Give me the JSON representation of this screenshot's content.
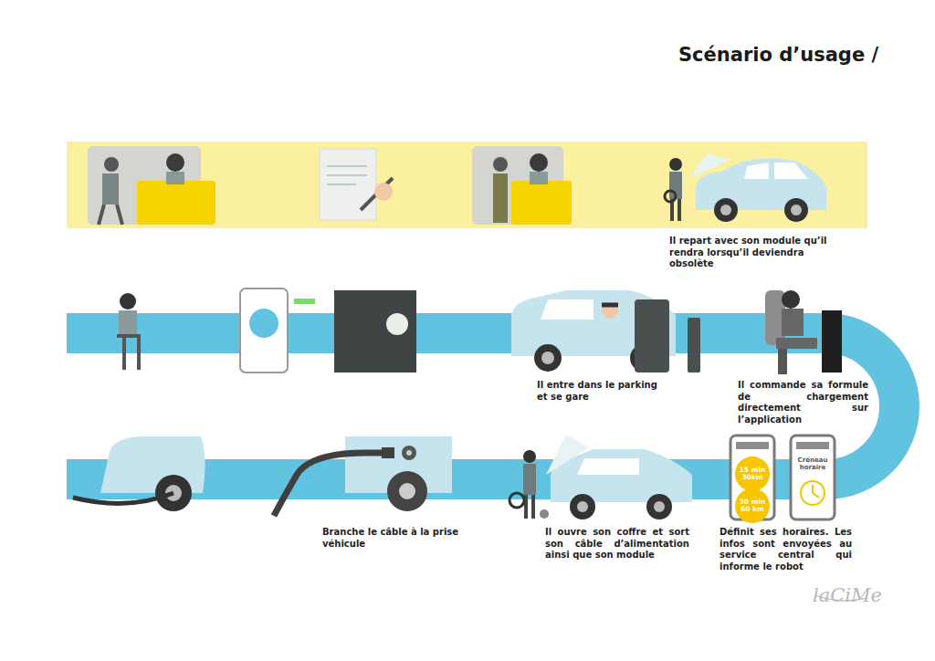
{
  "diagram": {
    "title": "Scénario d’usage /",
    "nodes": [
      {
        "text": [
          "15 min 30km"
        ]
      },
      {
        "text": [
          "30 min 60 km"
        ]
      },
      {
        "text": [
          "Créneau horaire"
        ]
      }
    ],
    "labels": [
      "Il repart avec son module qu’il rendra lorsqu’il deviendra obsolète",
      "Il entre dans le parking et se gare",
      "Il commande sa formule de chargement directement sur l’application",
      "Branche le câble à la prise véhicule",
      "Il ouvre son coffre et sort son câble d’alimentation ainsi que son module",
      "Définit ses horaires. Les infos sont envoyées au service central qui informe le robot",
      "laCiMe"
    ]
  }
}
